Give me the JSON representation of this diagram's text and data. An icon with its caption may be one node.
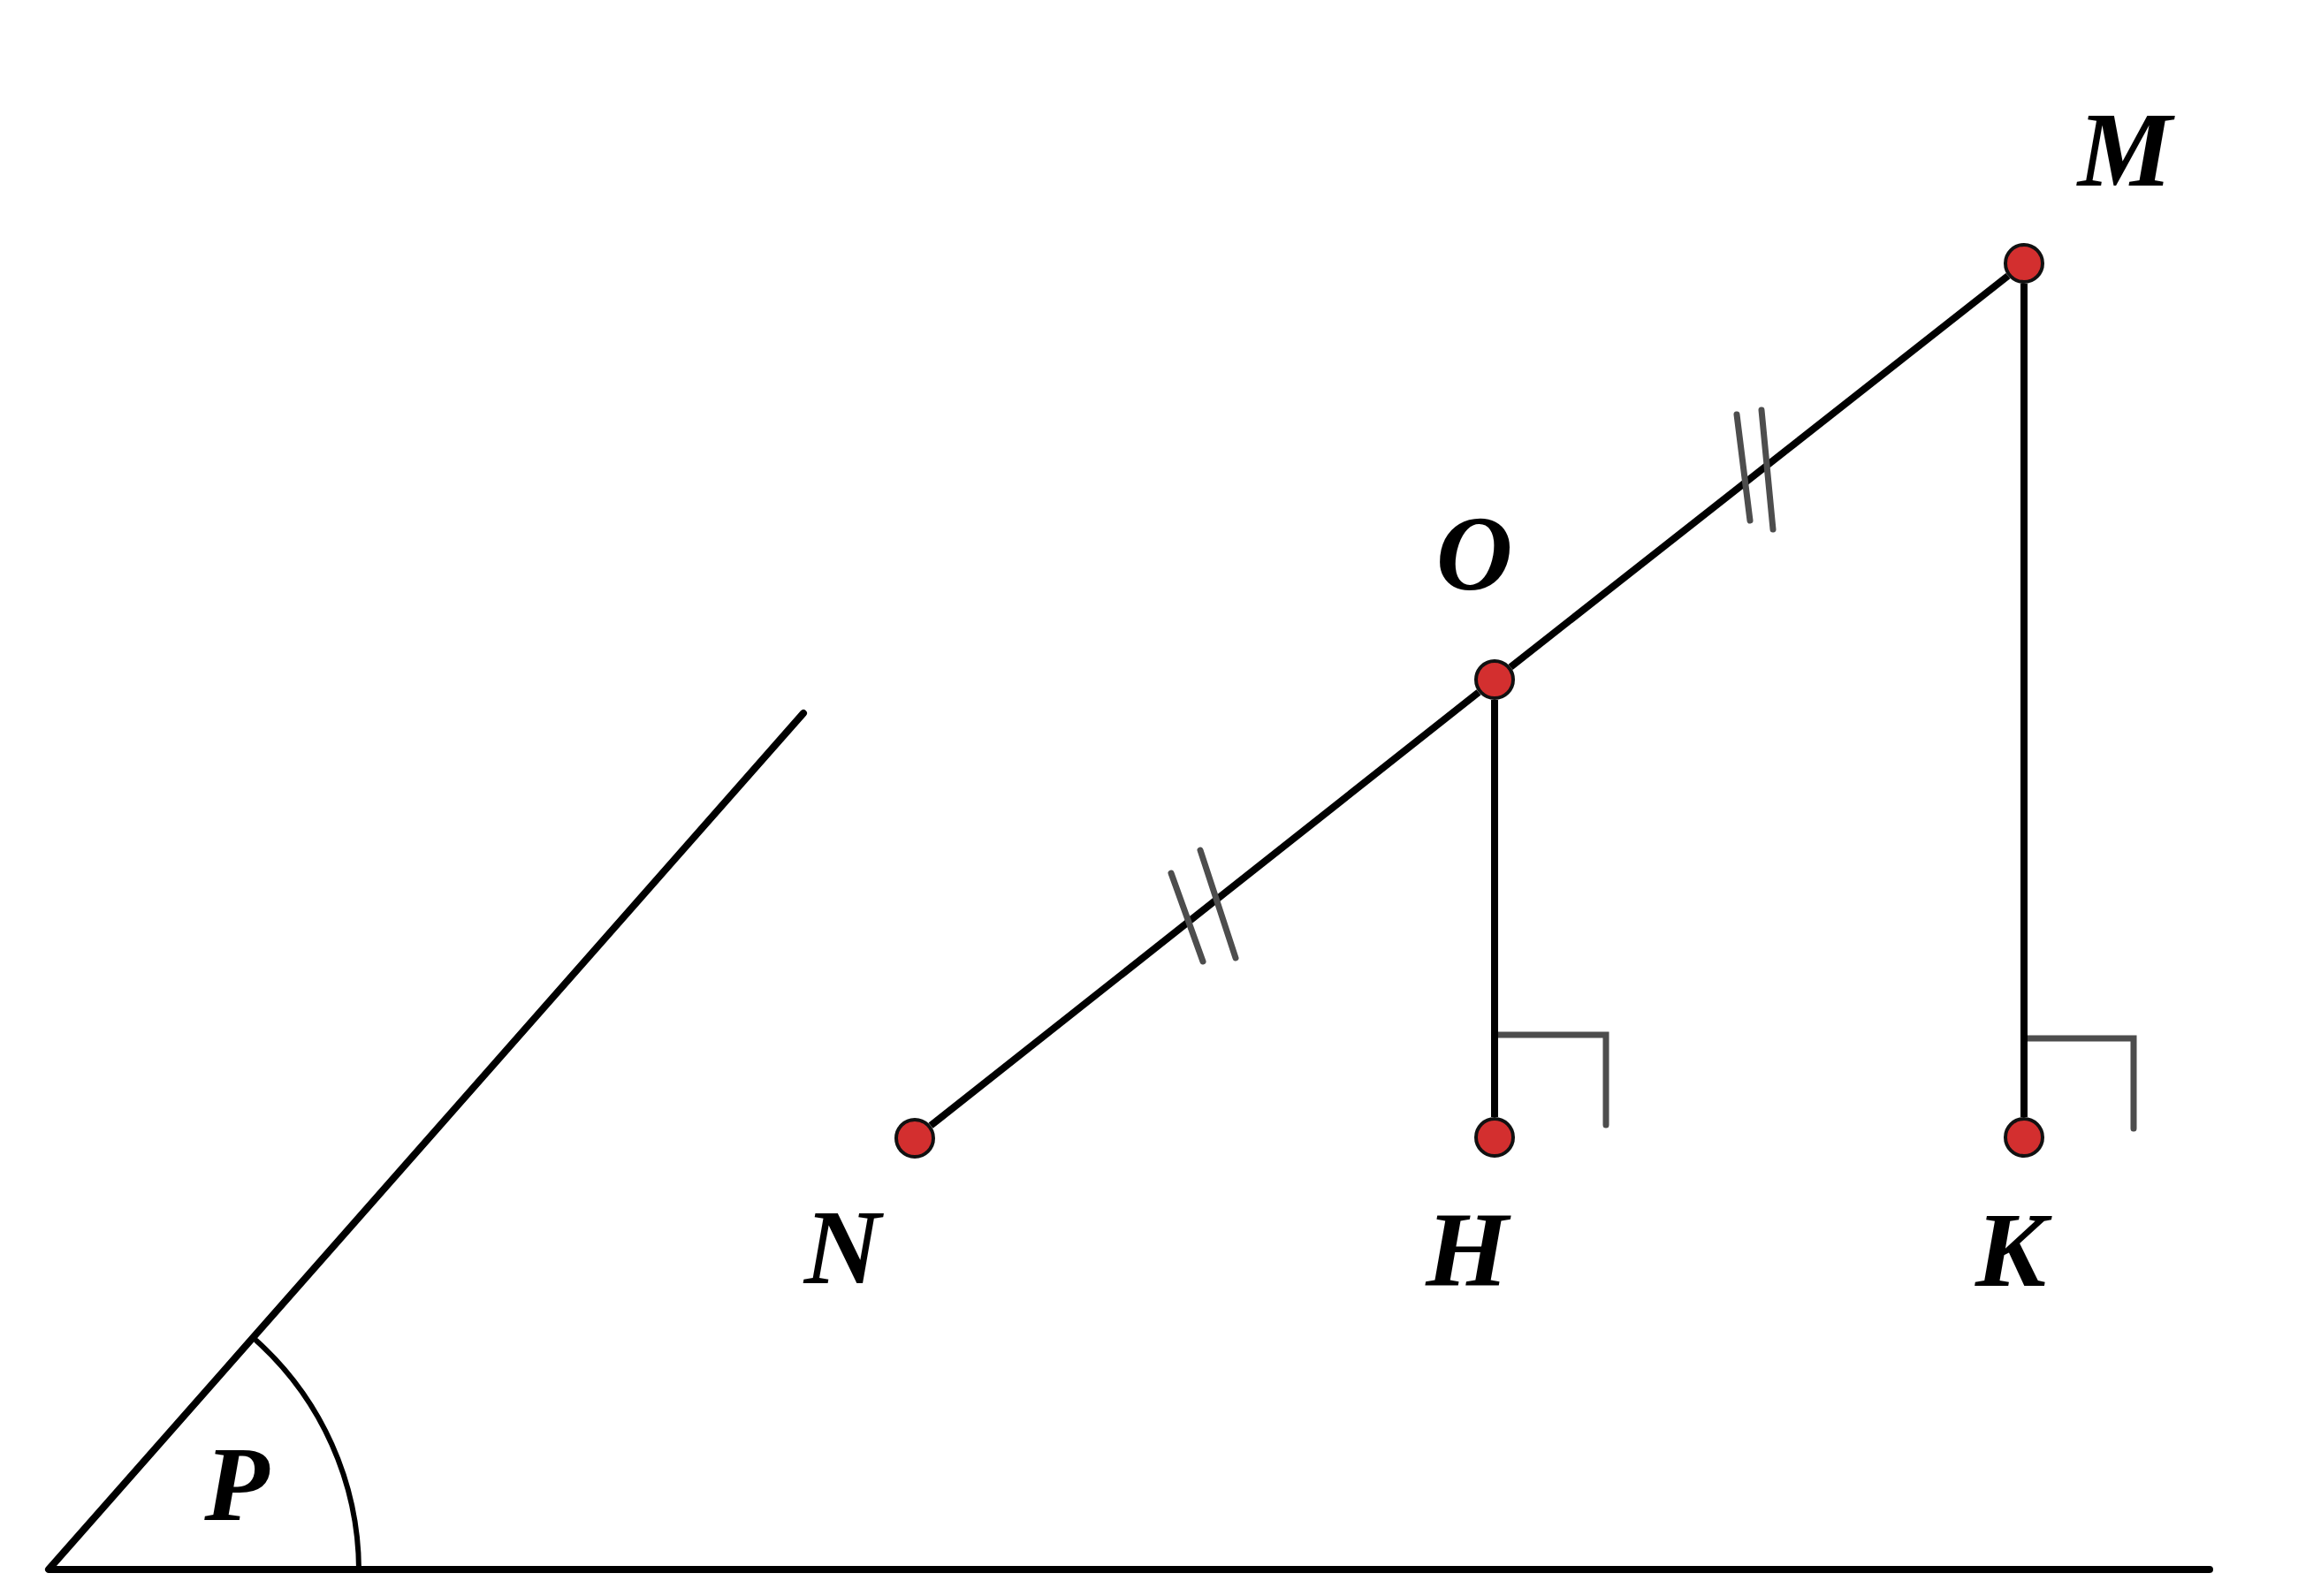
{
  "diagram": {
    "nodes": [
      {
        "text": [],
        "shape": "circle",
        "beside": [
          "M"
        ]
      },
      {
        "text": [],
        "shape": "circle",
        "beside": [
          "O"
        ]
      },
      {
        "text": [],
        "shape": "circle",
        "beside": [
          "N"
        ]
      },
      {
        "text": [],
        "shape": "circle",
        "beside": [
          "H"
        ]
      },
      {
        "text": [],
        "shape": "circle",
        "beside": [
          "K"
        ]
      }
    ],
    "edges": [
      {
        "from": 2,
        "to": 1,
        "arrow": "none"
      },
      {
        "from": 1,
        "to": 0,
        "arrow": "none"
      },
      {
        "from": 1,
        "to": 3,
        "arrow": "none"
      },
      {
        "from": 0,
        "to": 4,
        "arrow": "none"
      }
    ],
    "labels": [
      "P"
    ]
  }
}
